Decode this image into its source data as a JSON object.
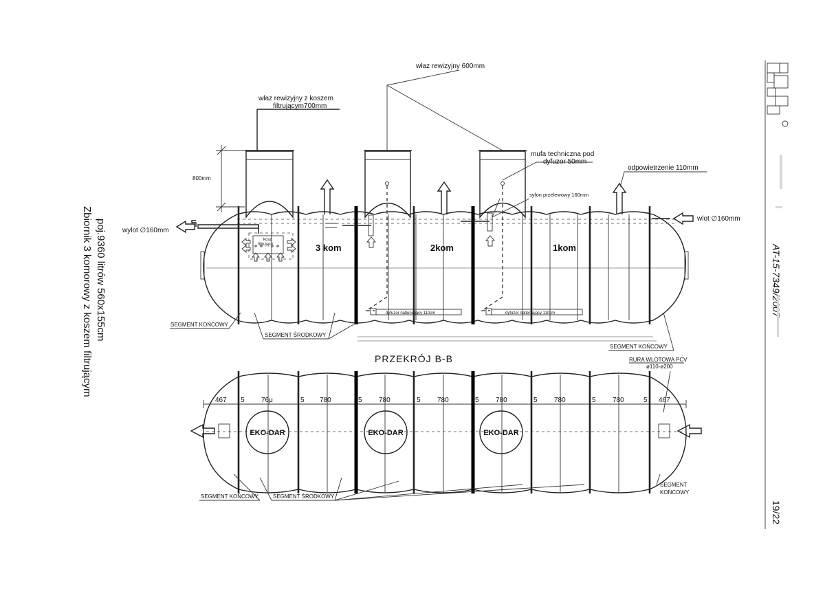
{
  "side_view": {
    "manhole_filter_label_line1": "właz rewizyjny z koszem",
    "manhole_filter_label_line2": "filtrującym700mm",
    "manhole_600_label": "właz rewizyjny 600mm",
    "socket_label_line1": "mufa techniczna pod",
    "socket_label_line2": "dyfuzor 50mm",
    "vent_label": "odpowietrzenie 110mm",
    "siphon_label": "syfon przelewowy 160mm",
    "height_dim": "800mm",
    "outlet_label": "wylot ∅160mm",
    "inlet_label": "wlot ∅160mm",
    "basket_label_line1": "kosz",
    "basket_label_line2": "filtrujący",
    "chamber_3": "3 kom",
    "chamber_2": "2kom",
    "chamber_1": "1kom",
    "diffuser_label_1": "dyfuzor natleniający 110cm",
    "diffuser_label_2": "dyfuzor natleniający 110cm",
    "end_segment_left": "SEGMENT KOŃCOWY",
    "middle_segment": "SEGMENT ŚRODKOWY",
    "end_segment_right": "SEGMENT KOŃCOWY"
  },
  "section_view": {
    "title": "PRZEKRÓJ B-B",
    "inlet_pipe_line1": "RURA WLOTOWA PCV",
    "inlet_pipe_line2": "ø110-ø200",
    "dims": [
      "467",
      "5",
      "76μ",
      "5",
      "780",
      "5",
      "780",
      "5",
      "780",
      "5",
      "780",
      "5",
      "780",
      "5",
      "780",
      "5",
      "467"
    ],
    "manhole_labels": [
      "EKO-DAR",
      "EKO-DAR",
      "EKO-DAR"
    ],
    "end_segment_left": "SEGMENT KOŃCOWY",
    "middle_segment": "SEGMENT ŚRODKOWY",
    "end_segment_right_line1": "SEGMENT",
    "end_segment_right_line2": "KOŃCOWY"
  },
  "caption": {
    "line1": "Zbiornik 3 komorowy z koszem filtrującym",
    "line2": "poj.9360 litrów 560x155cm"
  },
  "margin": {
    "approval": "AT-15-7349/2007",
    "page": "19/22"
  }
}
